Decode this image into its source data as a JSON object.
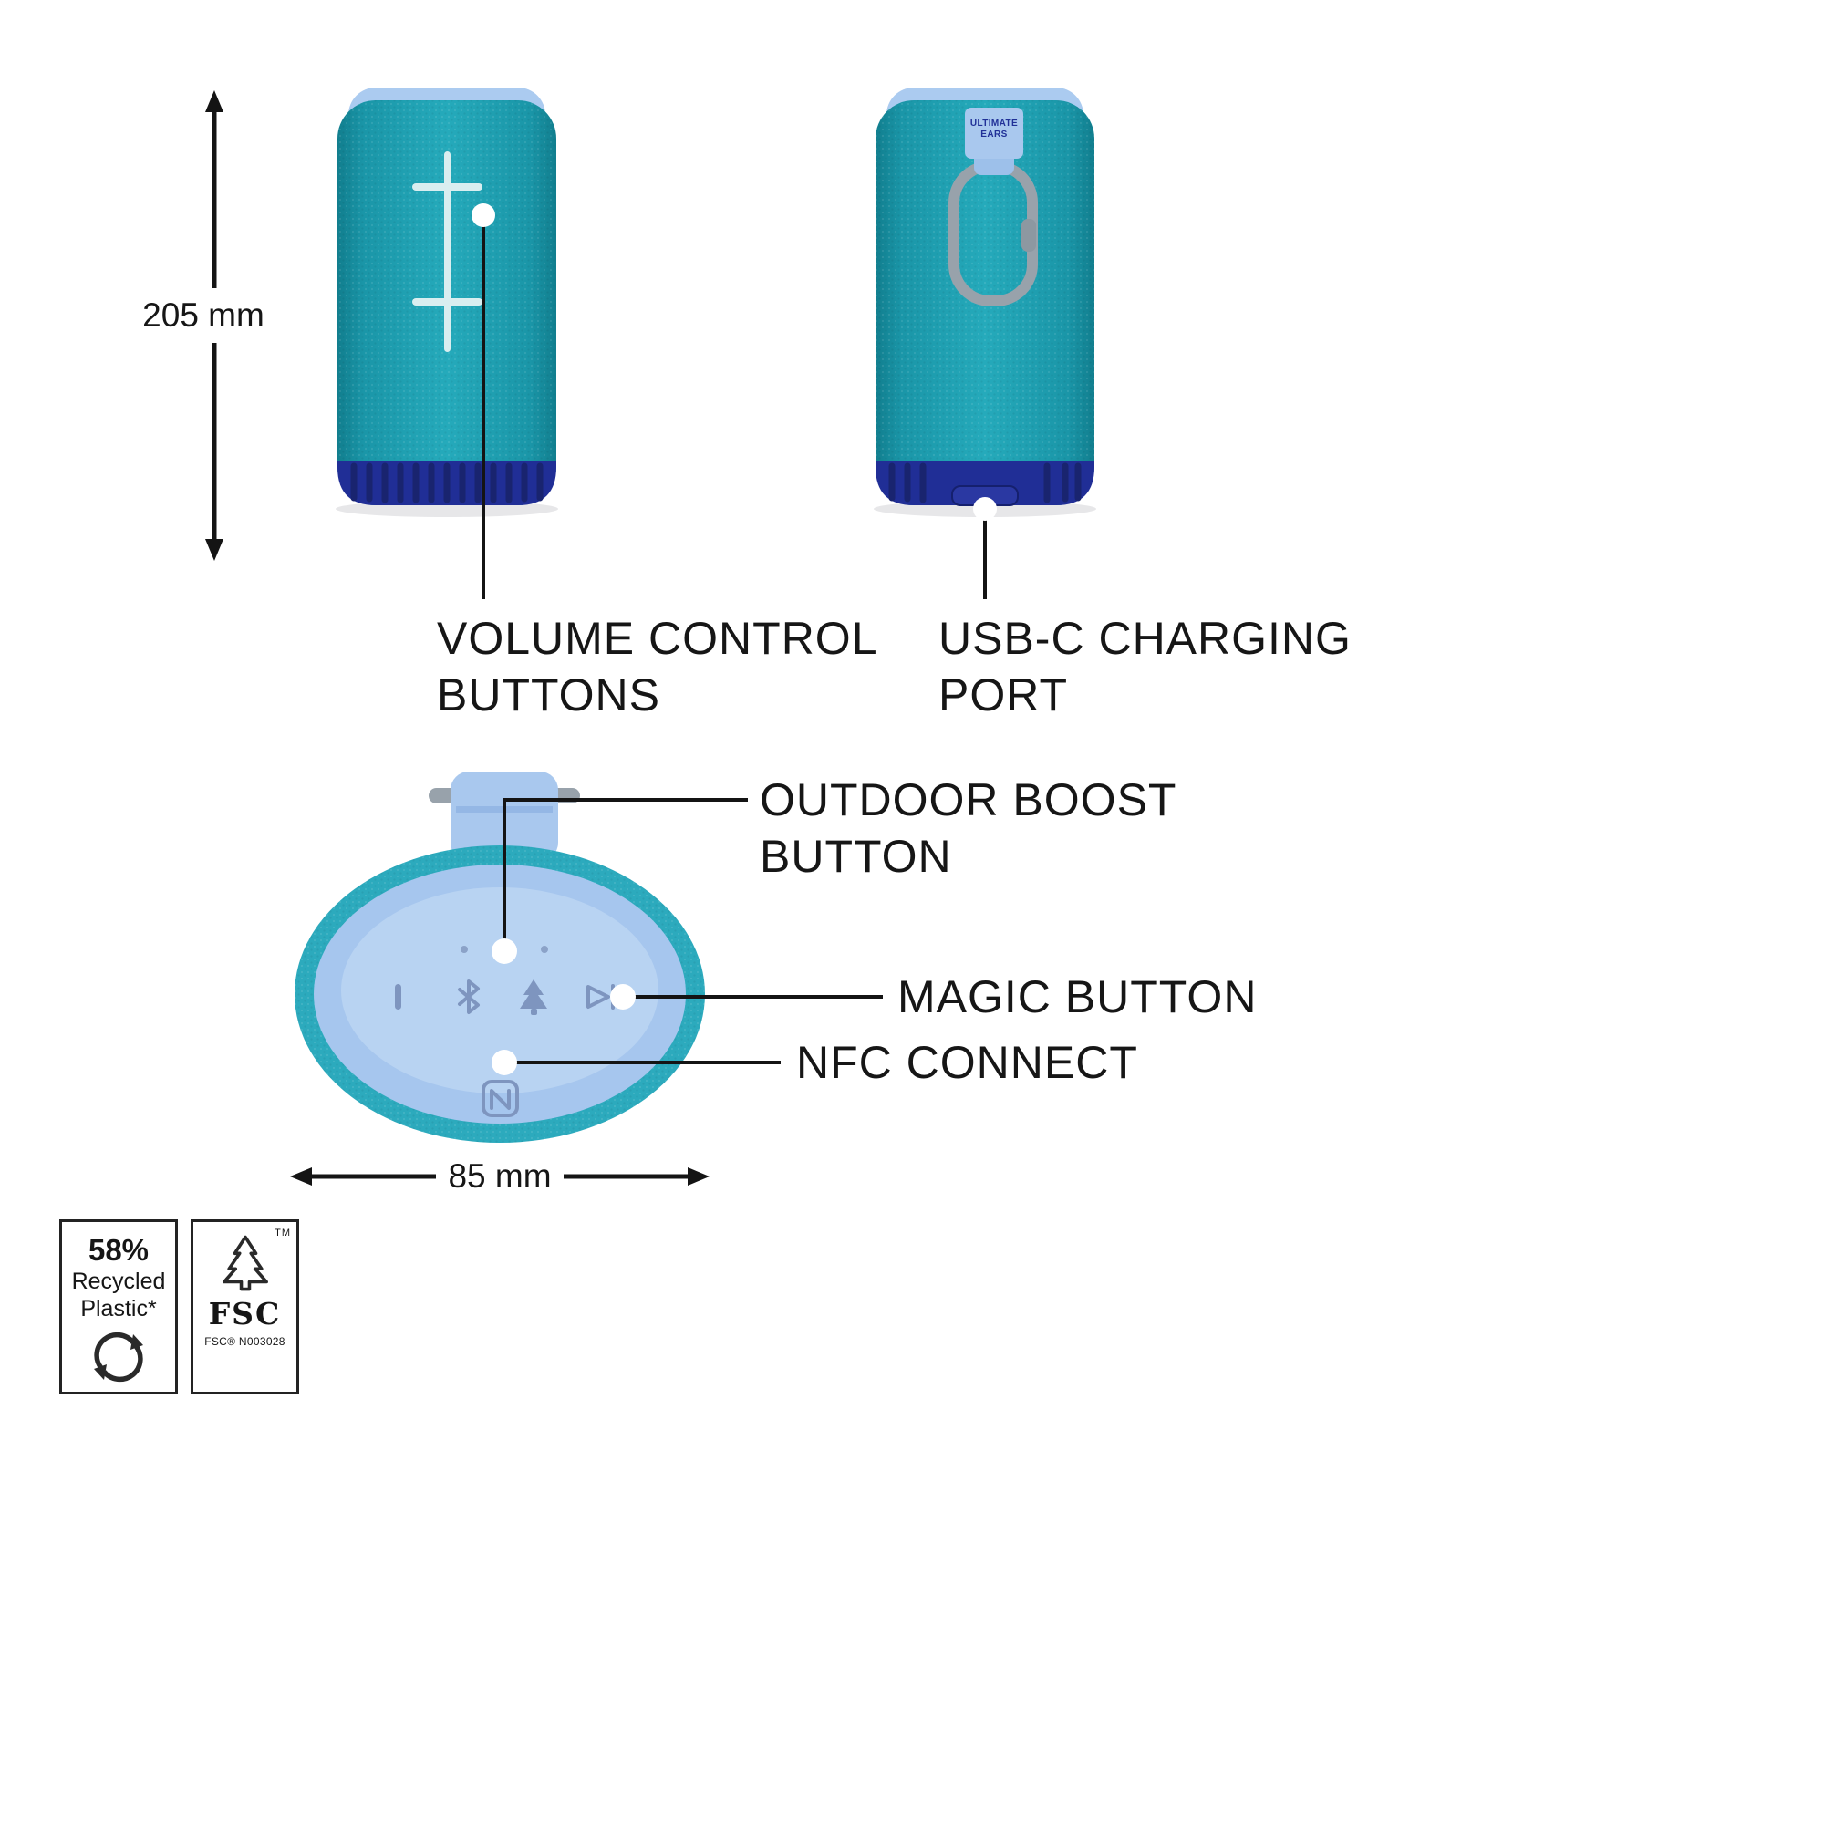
{
  "colors": {
    "teal": "#25aabb",
    "teal_edge": "#117e8e",
    "navy_base": "#202e96",
    "light_blue": "#a9c8ee",
    "panel_blue": "#b8d3f2",
    "carabiner_gray": "#98a2ab",
    "control_mint": "#d9eef0",
    "icon_blue": "#7e95bf",
    "ink": "#161616"
  },
  "dimensions": {
    "height": "205 mm",
    "width": "85 mm"
  },
  "device": {
    "tag": {
      "line1": "ULTIMATE",
      "line2": "EARS"
    }
  },
  "callouts": {
    "volume": {
      "line1": "VOLUME CONTROL",
      "line2": "BUTTONS"
    },
    "usb": {
      "line1": "USB-C CHARGING",
      "line2": "PORT"
    },
    "boost": {
      "line1": "OUTDOOR BOOST",
      "line2": "BUTTON"
    },
    "magic": {
      "label": "MAGIC BUTTON"
    },
    "nfc": {
      "label": "NFC CONNECT"
    }
  },
  "badges": {
    "recycled": {
      "percent": "58%",
      "line1": "Recycled",
      "line2": "Plastic*"
    },
    "fsc": {
      "name": "FSC",
      "license": "FSC® N003028",
      "trademark": "TM"
    }
  },
  "icons": {
    "power": "power-icon",
    "bluetooth": "bluetooth-icon",
    "outdoor_boost": "outdoor-boost-tree-icon",
    "magic": "magic-play-icon",
    "nfc": "nfc-icon",
    "recycle": "recycle-icon",
    "fsc_tree": "fsc-tree-icon",
    "carabiner": "carabiner-clip"
  }
}
